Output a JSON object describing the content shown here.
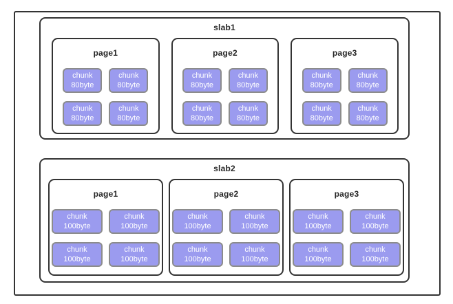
{
  "colors": {
    "background": "#ffffff",
    "frame_border": "#333333",
    "box_border": "#333333",
    "title_text": "#262626",
    "chunk_fill": "#9b9bef",
    "chunk_border": "#8c8c8c",
    "chunk_text": "#ffffff"
  },
  "diagram": {
    "slabs": [
      {
        "title": "slab1",
        "pages": [
          {
            "title": "page1",
            "chunks": [
              {
                "name": "chunk",
                "size": "80byte"
              },
              {
                "name": "chunk",
                "size": "80byte"
              },
              {
                "name": "chunk",
                "size": "80byte"
              },
              {
                "name": "chunk",
                "size": "80byte"
              }
            ]
          },
          {
            "title": "page2",
            "chunks": [
              {
                "name": "chunk",
                "size": "80byte"
              },
              {
                "name": "chunk",
                "size": "80byte"
              },
              {
                "name": "chunk",
                "size": "80byte"
              },
              {
                "name": "chunk",
                "size": "80byte"
              }
            ]
          },
          {
            "title": "page3",
            "chunks": [
              {
                "name": "chunk",
                "size": "80byte"
              },
              {
                "name": "chunk",
                "size": "80byte"
              },
              {
                "name": "chunk",
                "size": "80byte"
              },
              {
                "name": "chunk",
                "size": "80byte"
              }
            ]
          }
        ]
      },
      {
        "title": "slab2",
        "pages": [
          {
            "title": "page1",
            "chunks": [
              {
                "name": "chunk",
                "size": "100byte"
              },
              {
                "name": "chunk",
                "size": "100byte"
              },
              {
                "name": "chunk",
                "size": "100byte"
              },
              {
                "name": "chunk",
                "size": "100byte"
              }
            ]
          },
          {
            "title": "page2",
            "chunks": [
              {
                "name": "chunk",
                "size": "100byte"
              },
              {
                "name": "chunk",
                "size": "100byte"
              },
              {
                "name": "chunk",
                "size": "100byte"
              },
              {
                "name": "chunk",
                "size": "100byte"
              }
            ]
          },
          {
            "title": "page3",
            "chunks": [
              {
                "name": "chunk",
                "size": "100byte"
              },
              {
                "name": "chunk",
                "size": "100byte"
              },
              {
                "name": "chunk",
                "size": "100byte"
              },
              {
                "name": "chunk",
                "size": "100byte"
              }
            ]
          }
        ]
      }
    ]
  }
}
